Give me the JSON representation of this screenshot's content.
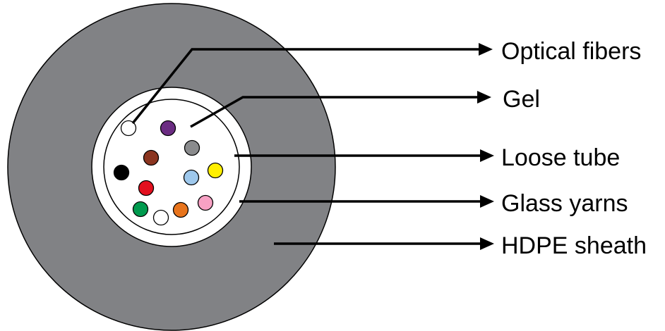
{
  "colors": {
    "sheath": "#818285",
    "yarns": "#ffffff",
    "tube": "#ffffff",
    "outline": "#000000",
    "arrow": "#000000"
  },
  "fibers": [
    {
      "name": "white",
      "color": "#ffffff"
    },
    {
      "name": "violet",
      "color": "#6b2c82"
    },
    {
      "name": "brown",
      "color": "#8b3520"
    },
    {
      "name": "gray",
      "color": "#8a8b8d"
    },
    {
      "name": "black",
      "color": "#000000"
    },
    {
      "name": "blue",
      "color": "#9ec8ec"
    },
    {
      "name": "yellow",
      "color": "#ffef00"
    },
    {
      "name": "red",
      "color": "#e3101f"
    },
    {
      "name": "pink",
      "color": "#f7a1c4"
    },
    {
      "name": "green",
      "color": "#009a4e"
    },
    {
      "name": "white",
      "color": "#ffffff"
    },
    {
      "name": "orange",
      "color": "#e8741c"
    }
  ],
  "labels": {
    "optical_fibers": "Optical fibers",
    "gel": "Gel",
    "loose_tube": "Loose tube",
    "glass_yarns": "Glass yarns",
    "hdpe_sheath": "HDPE sheath"
  }
}
